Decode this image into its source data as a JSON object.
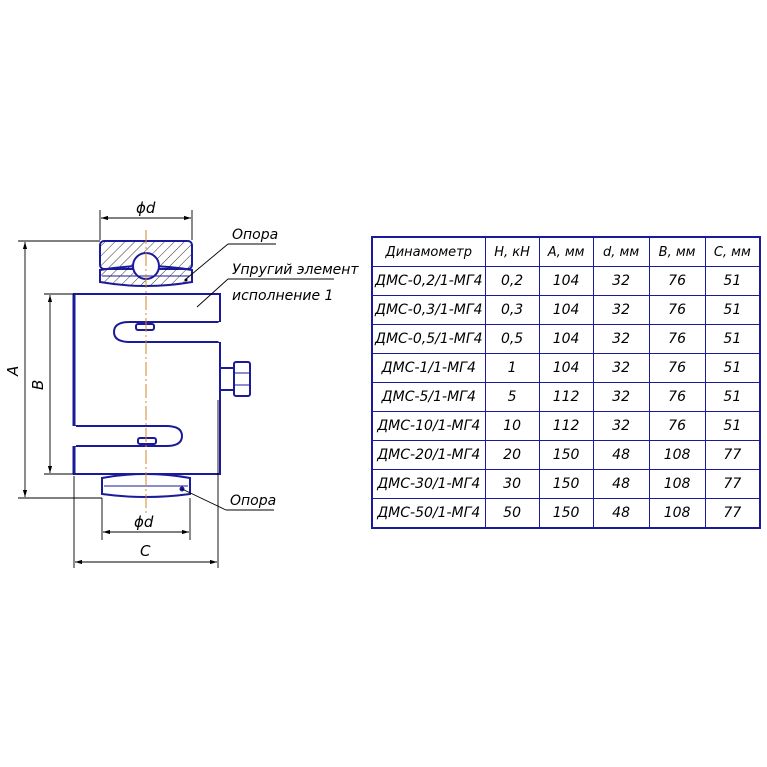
{
  "drawing": {
    "labels": {
      "dim_d_top": "ϕd",
      "dim_d_bottom": "ϕd",
      "dim_a": "A",
      "dim_b": "B",
      "dim_c": "C",
      "support_top": "Опора",
      "support_bottom": "Опора",
      "elastic_element": "Упругий элемент",
      "execution": "исполнение 1"
    },
    "colors": {
      "part_outline": "#1a1a9a",
      "center_line": "#d08a2a",
      "dimension_line": "#000000"
    }
  },
  "table": {
    "headers": [
      "Динамометр",
      "Н, кН",
      "А, мм",
      "d, мм",
      "В, мм",
      "С, мм"
    ],
    "rows": [
      [
        "ДМС-0,2/1-МГ4",
        "0,2",
        "104",
        "32",
        "76",
        "51"
      ],
      [
        "ДМС-0,3/1-МГ4",
        "0,3",
        "104",
        "32",
        "76",
        "51"
      ],
      [
        "ДМС-0,5/1-МГ4",
        "0,5",
        "104",
        "32",
        "76",
        "51"
      ],
      [
        "ДМС-1/1-МГ4",
        "1",
        "104",
        "32",
        "76",
        "51"
      ],
      [
        "ДМС-5/1-МГ4",
        "5",
        "112",
        "32",
        "76",
        "51"
      ],
      [
        "ДМС-10/1-МГ4",
        "10",
        "112",
        "32",
        "76",
        "51"
      ],
      [
        "ДМС-20/1-МГ4",
        "20",
        "150",
        "48",
        "108",
        "77"
      ],
      [
        "ДМС-30/1-МГ4",
        "30",
        "150",
        "48",
        "108",
        "77"
      ],
      [
        "ДМС-50/1-МГ4",
        "50",
        "150",
        "48",
        "108",
        "77"
      ]
    ]
  }
}
